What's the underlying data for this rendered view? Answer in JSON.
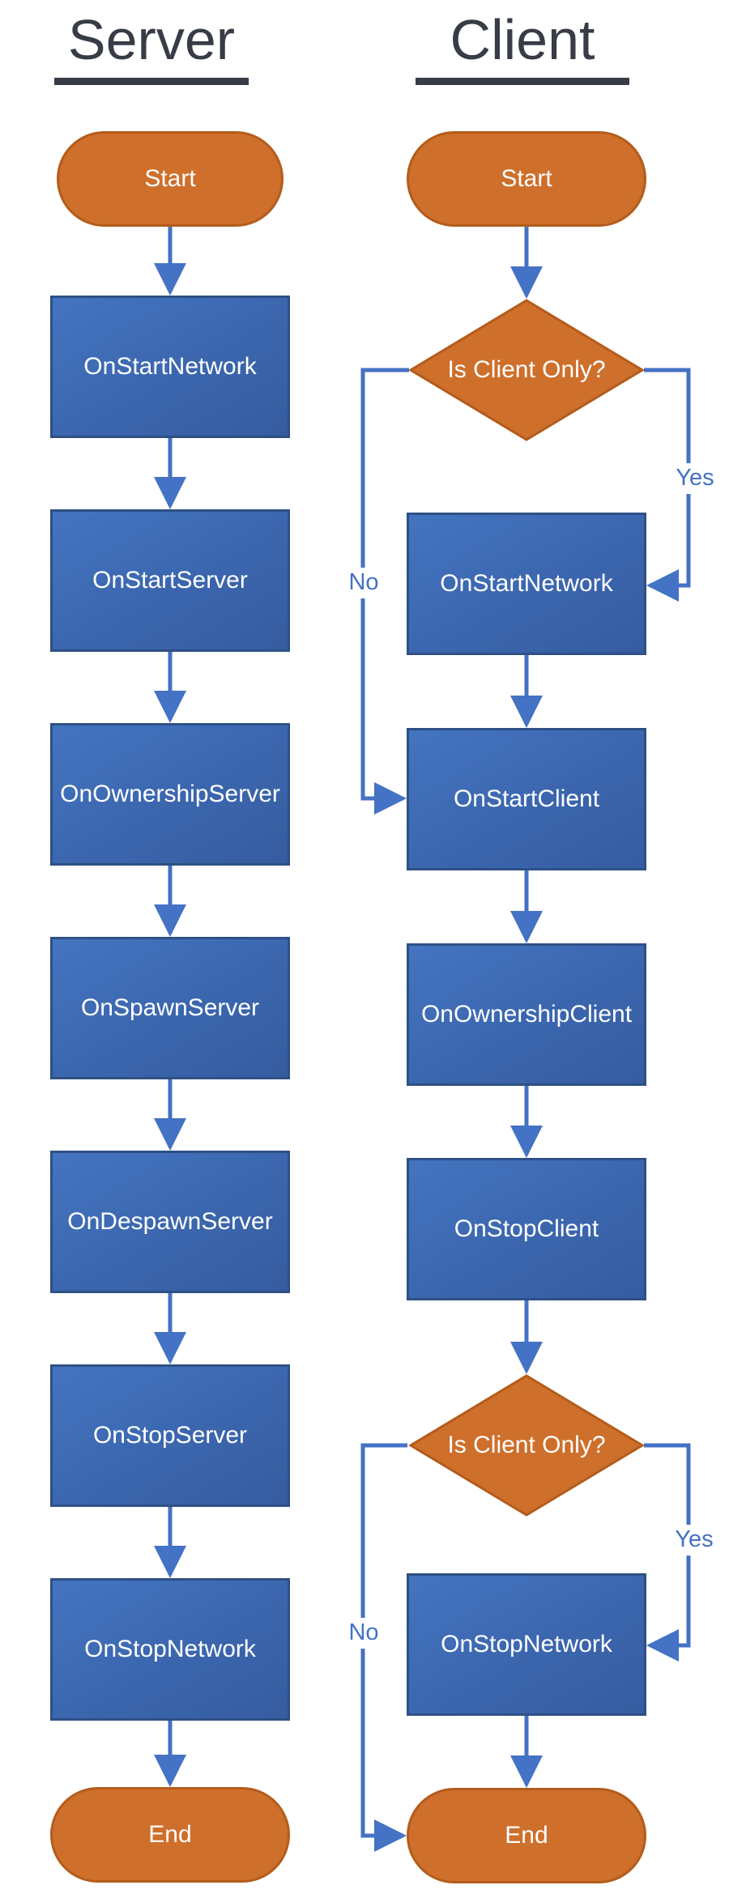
{
  "server": {
    "title": "Server",
    "start": "Start",
    "steps": [
      "OnStartNetwork",
      "OnStartServer",
      "OnOwnershipServer",
      "OnSpawnServer",
      "OnDespawnServer",
      "OnStopServer",
      "OnStopNetwork"
    ],
    "end": "End"
  },
  "client": {
    "title": "Client",
    "start": "Start",
    "decision_top": "Is Client Only?",
    "on_start_network": "OnStartNetwork",
    "on_start_client": "OnStartClient",
    "on_ownership_client": "OnOwnershipClient",
    "on_stop_client": "OnStopClient",
    "decision_bottom": "Is Client Only?",
    "on_stop_network": "OnStopNetwork",
    "end": "End",
    "edge_labels": {
      "yes_top": "Yes",
      "no_top": "No",
      "yes_bottom": "Yes",
      "no_bottom": "No"
    }
  },
  "colors": {
    "connector-blue": "#4472C4",
    "process-fill-top": "#4474C0",
    "process-fill-bottom": "#365CA0",
    "process-border": "#2E5085",
    "terminal-fill": "#CE6F2B",
    "terminal-border": "#B45C1C",
    "heading-text": "#373C46",
    "node-text": "#FFFFFF"
  }
}
